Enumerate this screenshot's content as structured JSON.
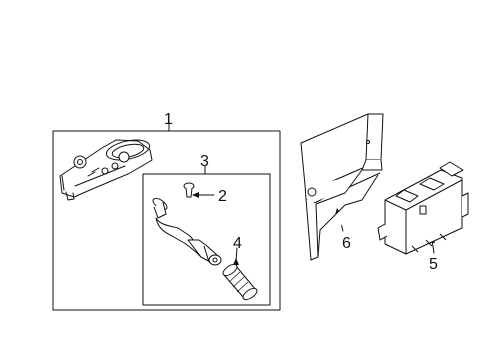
{
  "callouts": {
    "c1": "1",
    "c2": "2",
    "c3": "3",
    "c4": "4",
    "c5": "5",
    "c6": "6"
  },
  "colors": {
    "line": "#111111",
    "background": "#ffffff"
  },
  "parts": [
    {
      "callout": "1",
      "icon": "tpms-sensor-assembly-icon"
    },
    {
      "callout": "2",
      "icon": "valve-core-screw-icon"
    },
    {
      "callout": "3",
      "icon": "valve-stem-kit-icon"
    },
    {
      "callout": "4",
      "icon": "valve-cap-icon"
    },
    {
      "callout": "5",
      "icon": "control-module-icon"
    },
    {
      "callout": "6",
      "icon": "mounting-bracket-icon"
    }
  ]
}
